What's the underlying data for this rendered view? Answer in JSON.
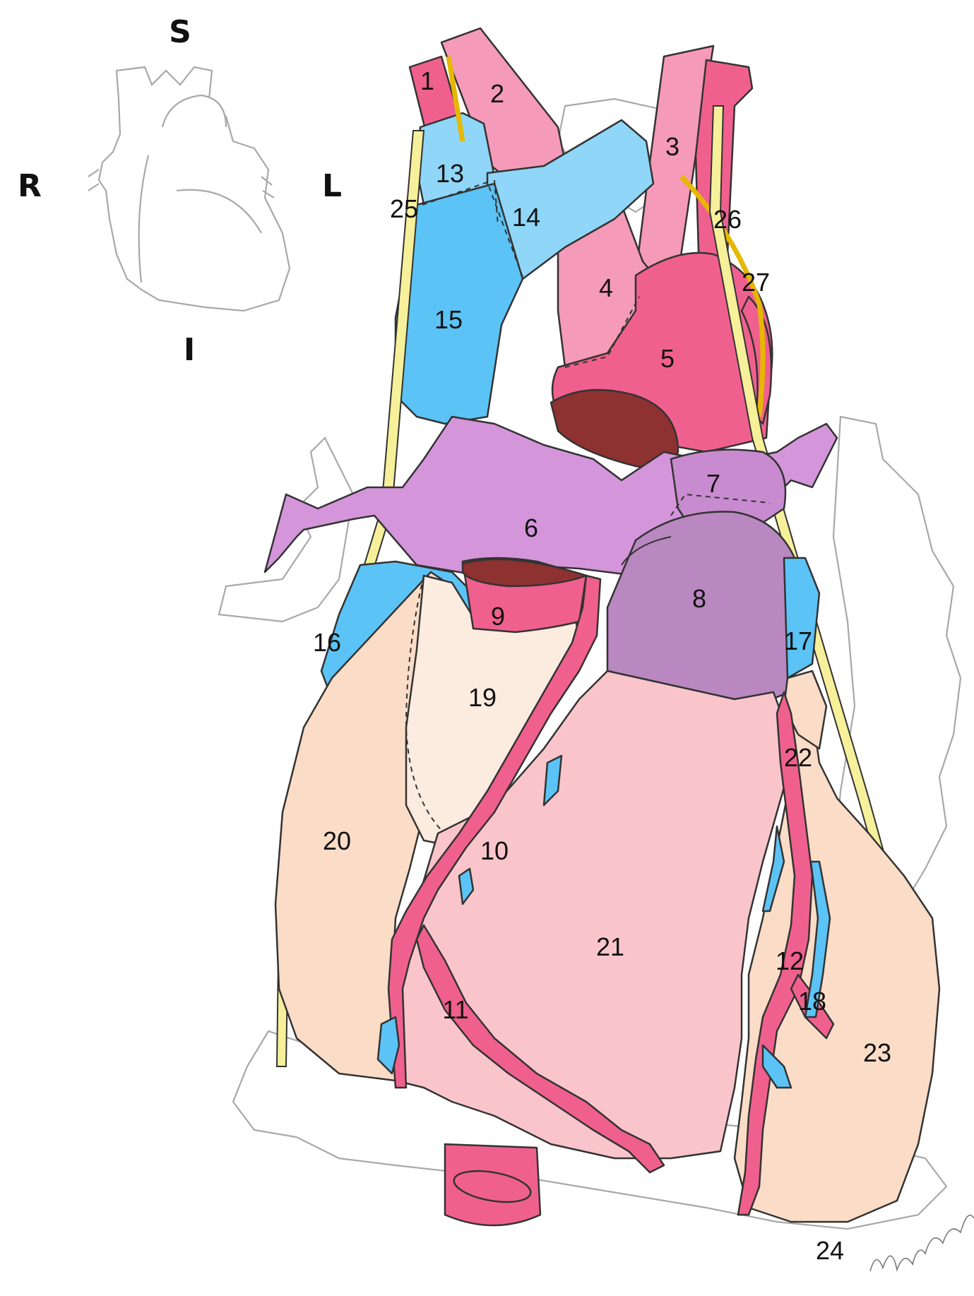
{
  "orientation": {
    "superior": "S",
    "inferior": "I",
    "right": "R",
    "left": "L"
  },
  "labels": [
    "1",
    "2",
    "3",
    "4",
    "5",
    "6",
    "7",
    "8",
    "9",
    "10",
    "11",
    "12",
    "13",
    "14",
    "15",
    "16",
    "17",
    "18",
    "19",
    "20",
    "21",
    "22",
    "23",
    "24",
    "25",
    "26",
    "27"
  ],
  "colors": {
    "artery": "#f0608e",
    "artery_light": "#f59ab8",
    "vein": "#5bc3f5",
    "vein_light": "#8fd6f8",
    "pulmonary_artery": "#c98bd0",
    "pulmonary_trunk": "#b988c0",
    "right_atrium": "#fbdcc6",
    "auricle": "#fcebdf",
    "ventricle": "#f9c5cb",
    "nerve": "#f7f09a",
    "lumen": "#8e3131",
    "ghost_outline": "#a8a8a8"
  }
}
